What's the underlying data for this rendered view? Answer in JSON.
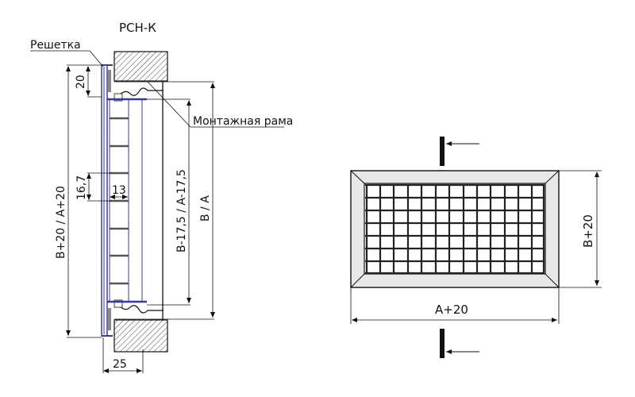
{
  "section_view": {
    "title": "РСН-К",
    "callouts": {
      "grille": "Решетка",
      "mounting_frame": "Монтажная рама"
    },
    "dimensions": {
      "top_offset": "20",
      "overall_height": "B+20 / A+20",
      "blade_pitch": "16,7",
      "blade_depth": "13",
      "inner_height": "B-17,5 / A-17,5",
      "opening_height": "B / A",
      "depth": "25"
    },
    "colors": {
      "grille_profile": "#3a3a9a",
      "line": "#111111",
      "hatch": "#444444"
    }
  },
  "front_view": {
    "dimensions": {
      "width": "A+20",
      "height": "B+20"
    },
    "grid": {
      "columns": 13,
      "rows": 7
    },
    "colors": {
      "frame_fill": "#e8e8e8",
      "line": "#111111"
    }
  }
}
